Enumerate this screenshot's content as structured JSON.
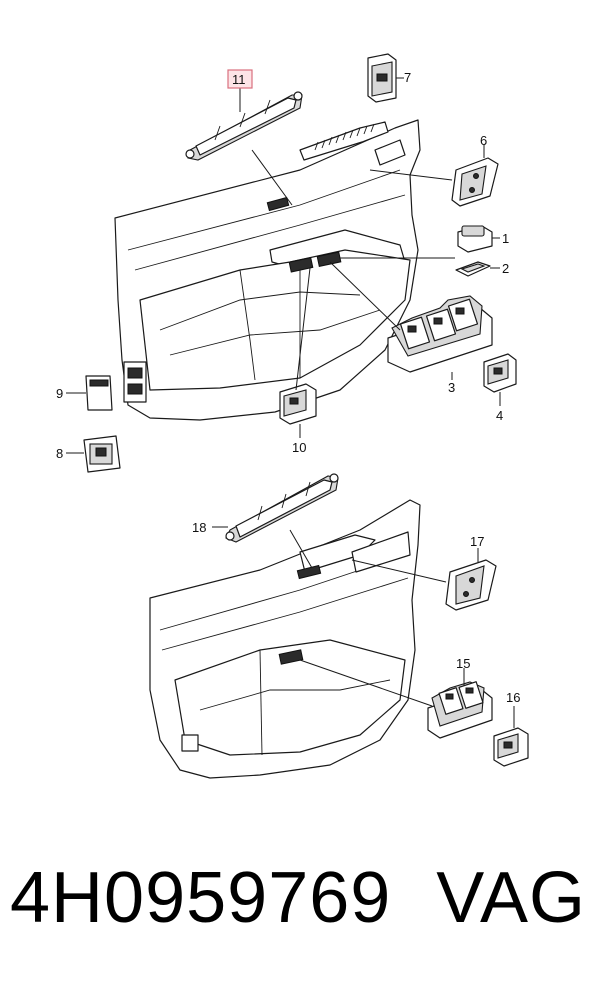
{
  "diagram": {
    "highlighted_callout": "11",
    "callouts": [
      "1",
      "2",
      "3",
      "4",
      "6",
      "7",
      "8",
      "9",
      "10",
      "11",
      "15",
      "16",
      "17",
      "18"
    ]
  },
  "footer": {
    "part_number": "4H0959769",
    "brand": "VAG"
  }
}
